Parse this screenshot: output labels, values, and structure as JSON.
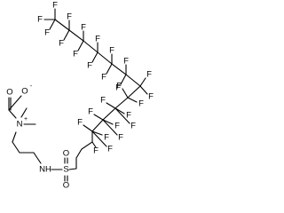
{
  "structure": {
    "labels": {
      "fluorine": "F",
      "oxygen": "O",
      "nitrogen": "N",
      "sulfur": "S",
      "nh": "NH",
      "plus_charge": "+",
      "minus_charge": "-"
    },
    "fluorine_count": 27
  }
}
